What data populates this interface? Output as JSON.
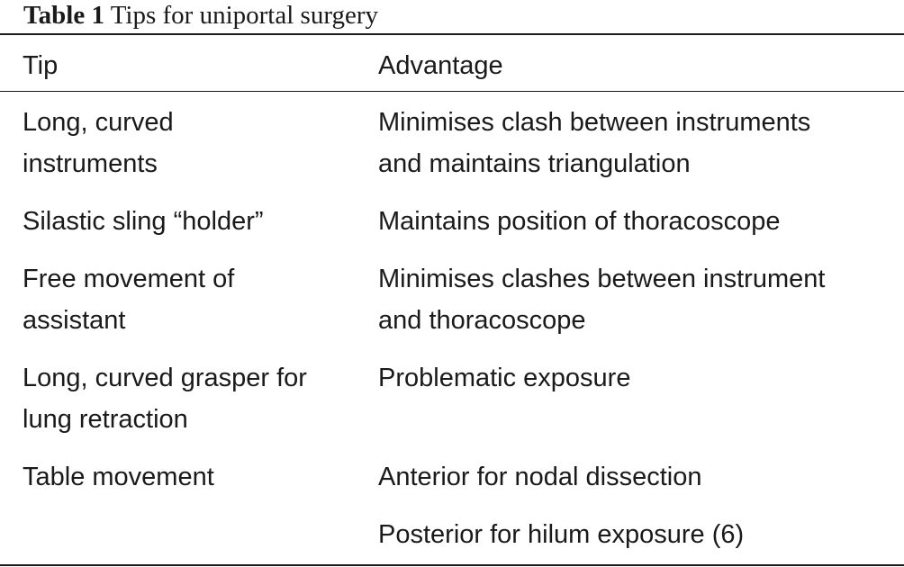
{
  "caption": {
    "label": "Table 1",
    "title": "Tips for uniportal surgery"
  },
  "table": {
    "headers": [
      "Tip",
      "Advantage"
    ],
    "rows": [
      {
        "tip": [
          "Long, curved",
          "instruments"
        ],
        "advantage": [
          "Minimises clash between instruments",
          "and maintains triangulation"
        ]
      },
      {
        "tip": [
          "Silastic sling “holder”"
        ],
        "advantage": [
          "Maintains position of thoracoscope"
        ]
      },
      {
        "tip": [
          "Free movement of",
          "assistant"
        ],
        "advantage": [
          "Minimises clashes between instrument",
          "and thoracoscope"
        ]
      },
      {
        "tip": [
          "Long, curved grasper for",
          "lung retraction"
        ],
        "advantage": [
          "Problematic exposure"
        ]
      },
      {
        "tip": [
          "Table movement"
        ],
        "advantage": [
          "Anterior for nodal dissection"
        ]
      },
      {
        "tip": [
          ""
        ],
        "advantage": [
          "Posterior for hilum exposure (6)"
        ]
      }
    ]
  }
}
